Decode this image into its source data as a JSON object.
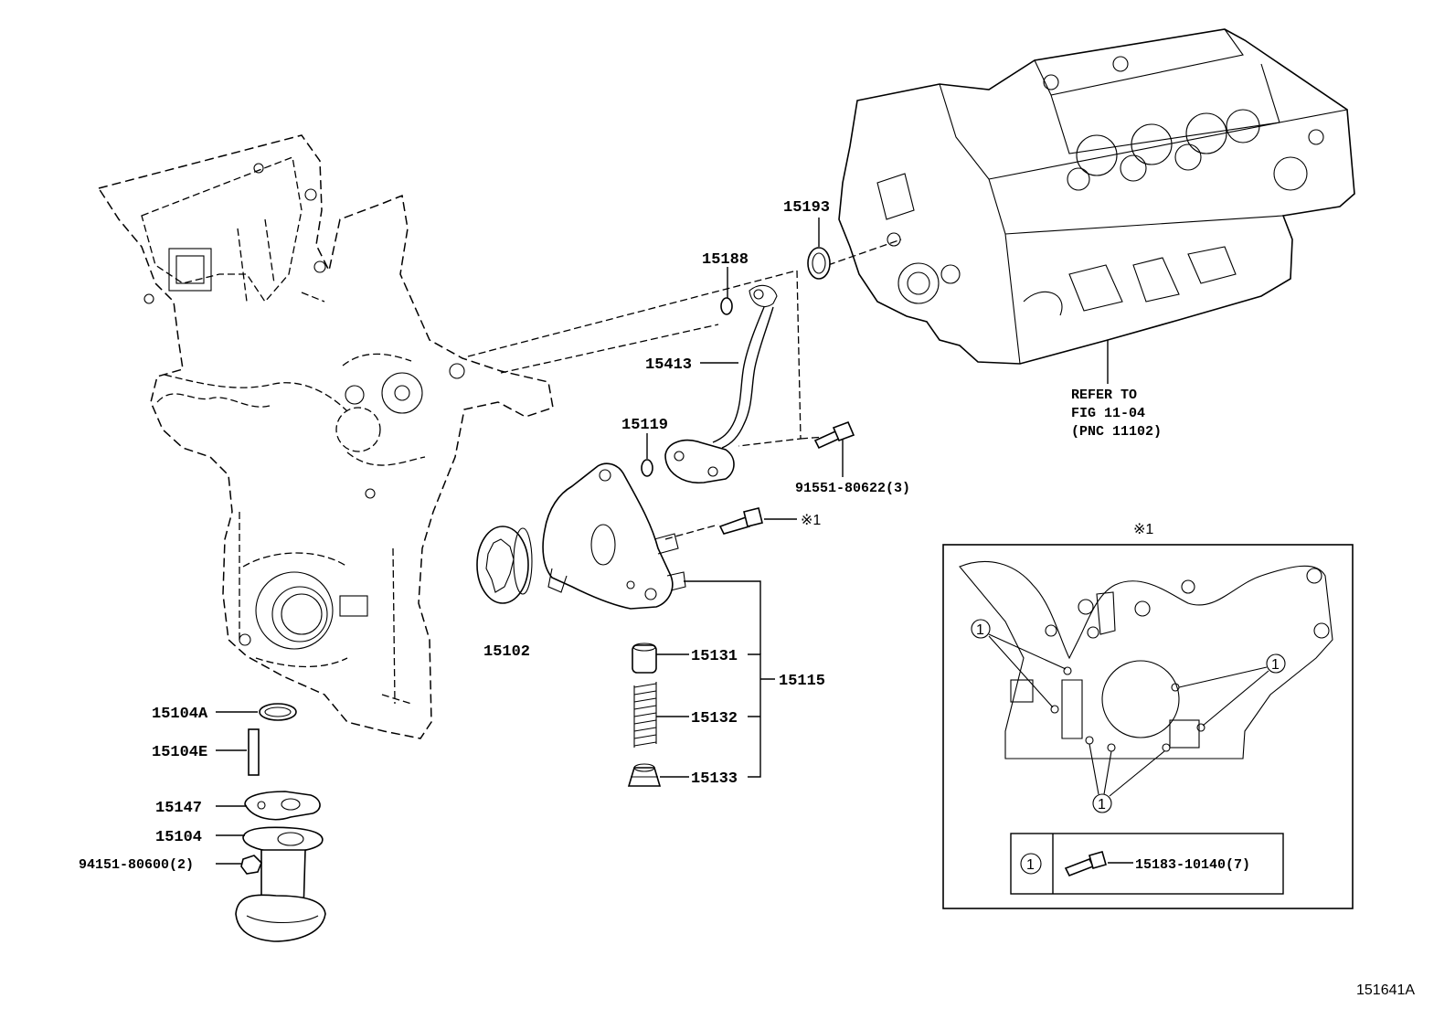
{
  "labels": {
    "p15193": "15193",
    "p15188": "15188",
    "p15413": "15413",
    "p15119": "15119",
    "p91551": "91551-80622(3)",
    "bolt_note": "※1",
    "p15102": "15102",
    "p15131": "15131",
    "p15132": "15132",
    "p15133": "15133",
    "p15115": "15115",
    "p15104A": "15104A",
    "p15104E": "15104E",
    "p15147": "15147",
    "p15104": "15104",
    "p94151": "94151-80600(2)"
  },
  "refer": {
    "line1": "REFER TO",
    "line2": "FIG 11-04",
    "line3": "(PNC 11102)"
  },
  "inset": {
    "title": "※1",
    "callout": "1",
    "legend_part": "15183-10140(7)"
  },
  "figure_id": "151641A"
}
